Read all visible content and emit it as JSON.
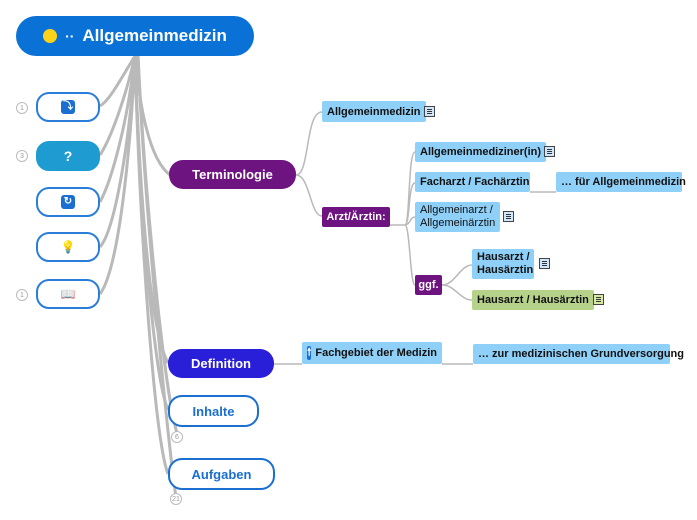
{
  "root": {
    "label": "Allgemeinmedizin"
  },
  "side_icons": [
    {
      "icon": "link-icon",
      "glyph": "⤵",
      "count": "1"
    },
    {
      "icon": "question-icon",
      "glyph": "?",
      "count": "3"
    },
    {
      "icon": "refresh-icon",
      "glyph": "↻",
      "count": ""
    },
    {
      "icon": "lightbulb-icon",
      "glyph": "💡",
      "count": ""
    },
    {
      "icon": "book-icon",
      "glyph": "📖",
      "count": "1"
    }
  ],
  "branches": {
    "terminologie": "Terminologie",
    "definition": "Definition",
    "inhalte": "Inhalte",
    "inhalte_count": "6",
    "aufgaben": "Aufgaben",
    "aufgaben_count": "21"
  },
  "terminologie": {
    "allgemeinmedizin": "Allgemeinmedizin",
    "arzt_label": "Arzt/Ärztin:",
    "arzt_items": {
      "allgemeinmediziner": "Allgemeinmediziner(in)",
      "facharzt": "Facharzt / Fachärztin",
      "facharzt_detail": "… für Allgemeinmedizin",
      "allgemeinarzt_1": "Allgemeinarzt /",
      "allgemeinarzt_2": "Allgemeinärztin",
      "ggf": "ggf.",
      "hausarzt_1": "Hausarzt /",
      "hausarzt_2": "Hausärztin",
      "hausarzt_green": "Hausarzt / Hausärztin"
    }
  },
  "definition": {
    "fachgebiet": "Fachgebiet der Medizin",
    "detail": "… zur medizinischen Grundversorgung"
  },
  "colors": {
    "root": "#0a72d6",
    "purple": "#6e1480",
    "definition": "#2a1fd8",
    "light_blue": "#8fd0f8",
    "green": "#b6d18a"
  }
}
